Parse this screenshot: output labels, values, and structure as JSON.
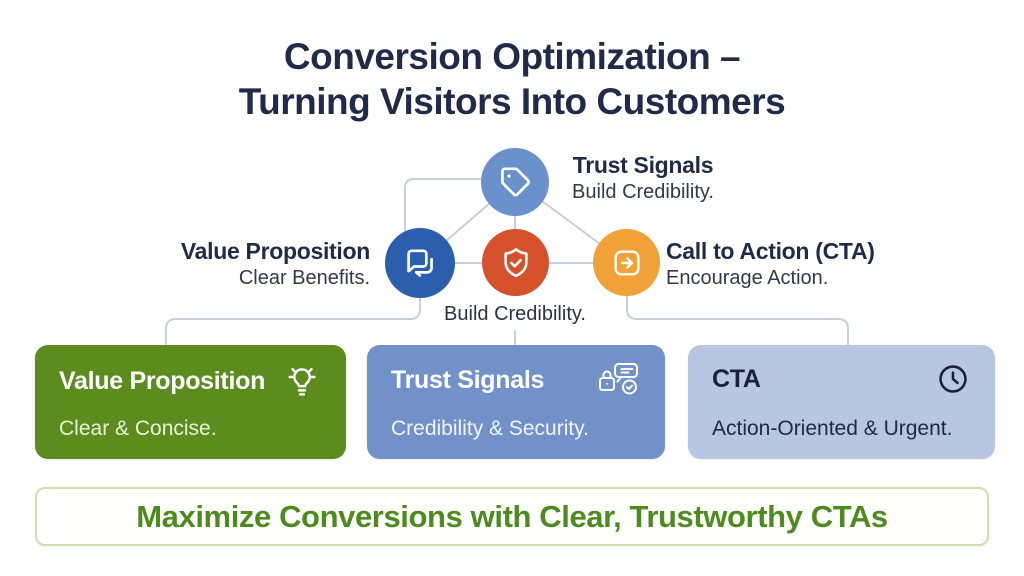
{
  "title": {
    "line1": "Conversion Optimization –",
    "line2": "Turning Visitors Into Customers"
  },
  "nodes": {
    "top": {
      "label": "Trust Signals",
      "sublabel": "Build Credibility.",
      "icon": "tag-icon",
      "color": "#6b91cc"
    },
    "left": {
      "label": "Value Proposition",
      "sublabel": "Clear Benefits.",
      "icon": "chat-bubbles-icon",
      "color": "#2b5fae"
    },
    "middle": {
      "caption": "Build Credibility.",
      "icon": "shield-check-icon",
      "color": "#d5512c"
    },
    "right": {
      "label": "Call to Action (CTA)",
      "sublabel": "Encourage Action.",
      "icon": "arrow-right-square-icon",
      "color": "#f0a238"
    }
  },
  "cards": {
    "value": {
      "title": "Value Proposition",
      "subtitle": "Clear & Concise.",
      "icon": "lightbulb-icon",
      "bg": "#5d8c1e"
    },
    "trust": {
      "title": "Trust Signals",
      "subtitle": "Credibility & Security.",
      "icon": "lock-message-icon",
      "bg": "#7191c8"
    },
    "cta": {
      "title": "CTA",
      "subtitle": "Action-Oriented & Urgent.",
      "icon": "clock-icon",
      "bg": "#b8c6e2"
    }
  },
  "banner": {
    "text": "Maximize Conversions with Clear, Trustworthy CTAs",
    "text_color": "#4e8b1e",
    "border_color": "#cfdfae"
  },
  "colors": {
    "title_navy": "#1f2b49",
    "connector_line": "#c9cfd8",
    "background": "#ffffff"
  }
}
